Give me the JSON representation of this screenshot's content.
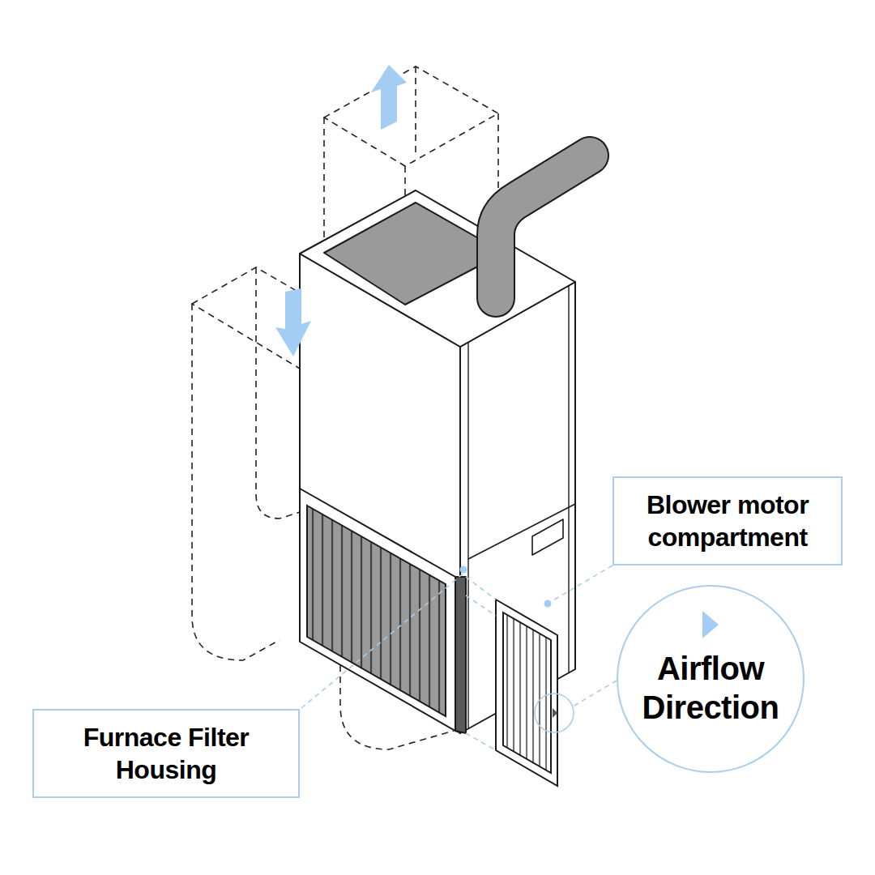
{
  "diagram": {
    "nodes": [
      {
        "text": [
          "Blower motor compartment"
        ]
      },
      {
        "text": [
          "Airflow Direction"
        ]
      },
      {
        "text": [
          "Furnace Filter Housing"
        ]
      }
    ]
  }
}
